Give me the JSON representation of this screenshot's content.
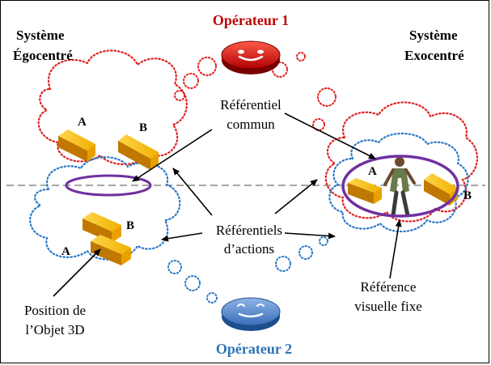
{
  "title_left": [
    "Système",
    "Égocentré"
  ],
  "title_right": [
    "Système",
    "Exocentré"
  ],
  "operator1": "Opérateur 1",
  "operator2": "Opérateur 2",
  "common_ref": [
    "Référentiel",
    "commun"
  ],
  "action_refs": [
    "Référentiels",
    "d’actions"
  ],
  "object_position": [
    "Position de",
    "l’Objet 3D"
  ],
  "fixed_visual_ref": [
    "Référence",
    "visuelle fixe"
  ],
  "marker_a": "A",
  "marker_b": "B",
  "colors": {
    "operator1": "#c00000",
    "operator2": "#2e74b5",
    "cloud_red": "#e02020",
    "cloud_blue": "#2a78c8",
    "ellipse": "#7030a0",
    "object": "#e8a000"
  }
}
